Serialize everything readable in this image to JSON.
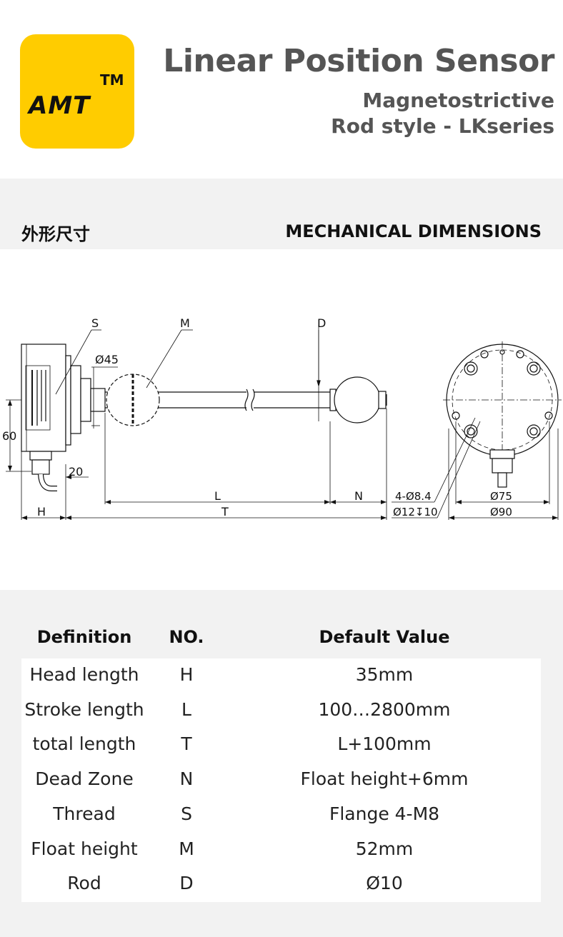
{
  "header": {
    "logo_text": "AMT",
    "logo_tm": "TM",
    "title": "Linear Position Sensor",
    "subtitle_line1": "Magnetostrictive",
    "subtitle_line2": "Rod style - LKseries"
  },
  "section": {
    "label_cn": "外形尺寸",
    "label_en": "MECHANICAL DIMENSIONS"
  },
  "drawing": {
    "labels": {
      "S": "S",
      "M": "M",
      "D": "D",
      "phi45": "Ø45",
      "sixty": "60",
      "twenty": "20",
      "L": "L",
      "N": "N",
      "H": "H",
      "T": "T",
      "holes": "4-Ø8.4",
      "counterbore": "Ø12↧10",
      "phi75": "Ø75",
      "phi90": "Ø90"
    }
  },
  "table": {
    "headers": [
      "Definition",
      "NO.",
      "Default Value"
    ],
    "rows": [
      [
        "Head length",
        "H",
        "35mm"
      ],
      [
        "Stroke length",
        "L",
        "100…2800mm"
      ],
      [
        "total length",
        "T",
        "L+100mm"
      ],
      [
        "Dead Zone",
        "N",
        "Float height+6mm"
      ],
      [
        "Thread",
        "S",
        "Flange 4-M8"
      ],
      [
        "Float height",
        "M",
        "52mm"
      ],
      [
        "Rod",
        "D",
        "Ø10"
      ]
    ]
  },
  "colors": {
    "logo_bg": "#ffcc00",
    "title": "#555555",
    "band_bg": "#f2f2f2"
  }
}
